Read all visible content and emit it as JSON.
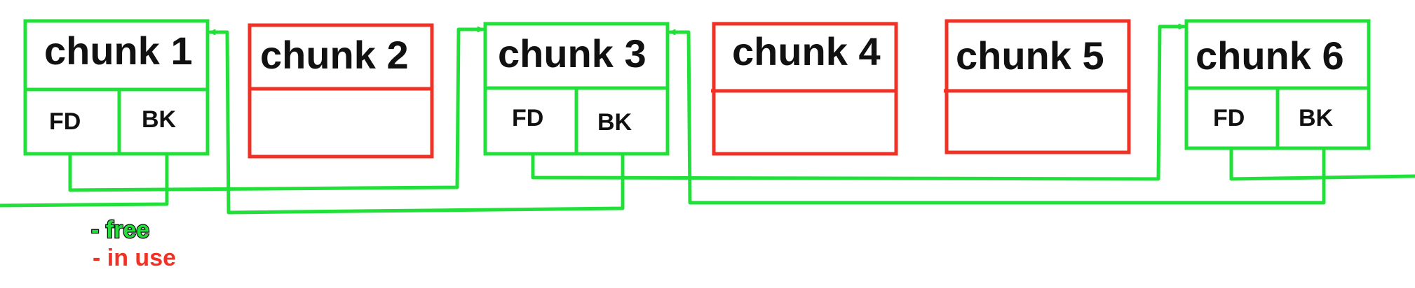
{
  "colors": {
    "free": "#22e03a",
    "in_use": "#f03226",
    "text": "#111111"
  },
  "chunks": [
    {
      "label": "chunk 1",
      "state": "free",
      "fd_label": "FD",
      "bk_label": "BK"
    },
    {
      "label": "chunk 2",
      "state": "in_use"
    },
    {
      "label": "chunk 3",
      "state": "free",
      "fd_label": "FD",
      "bk_label": "BK"
    },
    {
      "label": "chunk 4",
      "state": "in_use"
    },
    {
      "label": "chunk 5",
      "state": "in_use"
    },
    {
      "label": "chunk 6",
      "state": "free",
      "fd_label": "FD",
      "bk_label": "BK"
    }
  ],
  "links": [
    {
      "from": "chunk 1",
      "field": "FD",
      "to": "chunk 3"
    },
    {
      "from": "chunk 3",
      "field": "FD",
      "to": "chunk 6"
    },
    {
      "from": "chunk 3",
      "field": "BK",
      "to": "chunk 1"
    },
    {
      "from": "chunk 6",
      "field": "BK",
      "to": "chunk 3"
    }
  ],
  "legend": {
    "free_label": "- free",
    "in_use_label": "- in use"
  }
}
